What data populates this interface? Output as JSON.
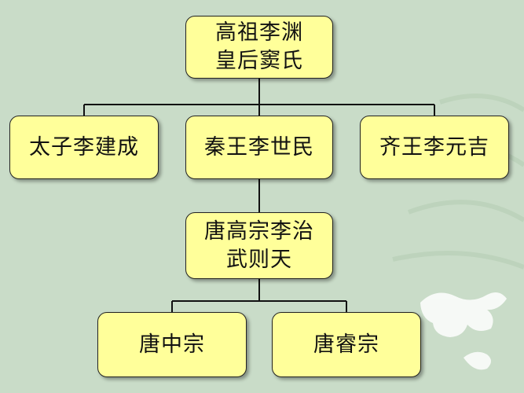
{
  "colors": {
    "background": "#c9dcc8",
    "node_fill": "#ffff9a",
    "node_border": "#222222",
    "connector": "#111111",
    "decoration": "#ffffff"
  },
  "tree": {
    "root": {
      "line1": "高祖李渊",
      "line2": "皇后窦氏"
    },
    "children": [
      {
        "label": "太子李建成"
      },
      {
        "label": "秦王李世民"
      },
      {
        "label": "齐王李元吉"
      }
    ],
    "heir": {
      "line1": "唐高宗李治",
      "line2": "武则天"
    },
    "grandchildren": [
      {
        "label": "唐中宗"
      },
      {
        "label": "唐睿宗"
      }
    ]
  }
}
